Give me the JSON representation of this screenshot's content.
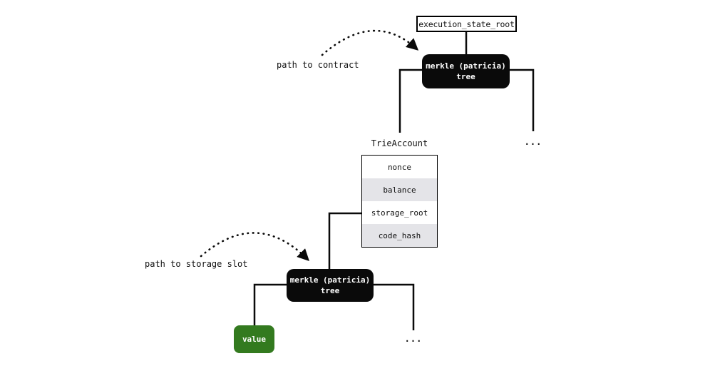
{
  "colors": {
    "node_black": "#0a0a0a",
    "line_black": "#0a0a0a",
    "value_green": "#337a1f",
    "row_alt_gray": "#e4e4e8"
  },
  "state_tree": {
    "root_label": "execution_state_root",
    "node_line1": "merkle (patricia)",
    "node_line2": "tree",
    "path_label": "path to contract",
    "ellipsis": "..."
  },
  "account": {
    "title": "TrieAccount",
    "rows": [
      "nonce",
      "balance",
      "storage_root",
      "code_hash"
    ]
  },
  "storage_tree": {
    "node_line1": "merkle (patricia)",
    "node_line2": "tree",
    "path_label": "path to storage slot",
    "value_label": "value",
    "ellipsis": "..."
  }
}
